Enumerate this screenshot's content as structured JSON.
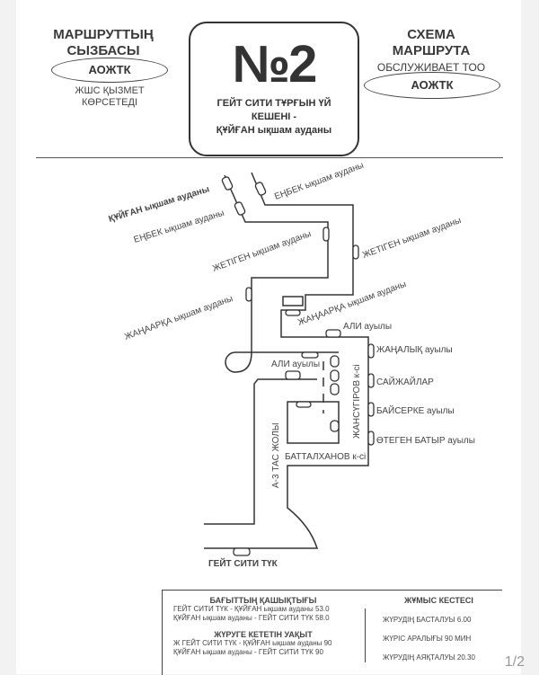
{
  "header_left": {
    "title_line1": "МАРШРУТТЫҢ",
    "title_line2": "СЫЗБАСЫ",
    "operator": "АОЖТК",
    "note_line1": "ЖШС ҚЫЗМЕТ",
    "note_line2": "КӨРСЕТЕДІ"
  },
  "header_center": {
    "route_number": "№2",
    "line1": "ГЕЙТ СИТИ ТҰРҒЫН ҮЙ",
    "line2": "КЕШЕНІ -",
    "line3": "ҚҰЙҒАН ықшам ауданы"
  },
  "header_right": {
    "title_line1": "СХЕМА",
    "title_line2": "МАРШРУТА",
    "note": "ОБСЛУЖИВАЕТ ТОО",
    "operator": "АОЖТК"
  },
  "map": {
    "labels": {
      "kuygan": "ҚҰЙҒАН ықшам ауданы",
      "enbek_left": "ЕҢБЕК ықшам ауданы",
      "enbek_right": "ЕҢБЕК ықшам ауданы",
      "zhetigen_left": "ЖЕТІГЕН ықшам ауданы",
      "zhetigen_right": "ЖЕТІГЕН ықшам ауданы",
      "zhanaarka_left": "ЖАҢААРҚА ықшам ауданы",
      "zhanaarka_right": "ЖАҢААРҚА ықшам ауданы",
      "ali_top": "АЛИ ауылы",
      "ali_inner": "АЛИ ауылы",
      "zhanalyk": "ЖАҢАЛЫҚ ауылы",
      "saizhailar": "САЙЖАЙЛАР",
      "baiserke": "БАЙСЕРКЕ ауылы",
      "otegen": "ӨТЕГЕН БАТЫР ауылы",
      "zhansugirov": "ЖАНСҮГІРОВ к-сі",
      "battalkhanov": "БАТТАЛХАНОВ к-сі",
      "a3": "А-3 ТАС ЖОЛЫ",
      "gate_city": "ГЕЙТ СИТИ ТҮК"
    }
  },
  "footer": {
    "distance_title": "БАҒЫТТЫҢ ҚАШЫҚТЫҒЫ",
    "distance_1": "ГЕЙТ СИТИ ТҮК - ҚҰЙҒАН ықшам ауданы 53.0",
    "distance_2": "ҚҰЙҒАН ықшам ауданы - ГЕЙТ СИТИ ТҮК 58.0",
    "time_title": "ЖҮРУГЕ КЕТЕТІН УАҚЫТ",
    "time_1": "Ж ГЕЙТ СИТИ ТҮК - ҚҰЙҒАН ықшам ауданы 90",
    "time_2": "ҚҰЙҒАН ықшам ауданы - ГЕЙТ СИТИ ТҮК 90",
    "schedule_title": "ЖҰМЫС КЕСТЕСІ",
    "start": "ЖҮРУДІҢ БАСТАЛУЫ  6.00",
    "interval": "ЖҮРІС АРАЛЫҒЫ  90 МИН",
    "end": "ЖҮРУДІҢ АЯҚТАЛУЫ  20.30"
  },
  "pager": "1/2"
}
